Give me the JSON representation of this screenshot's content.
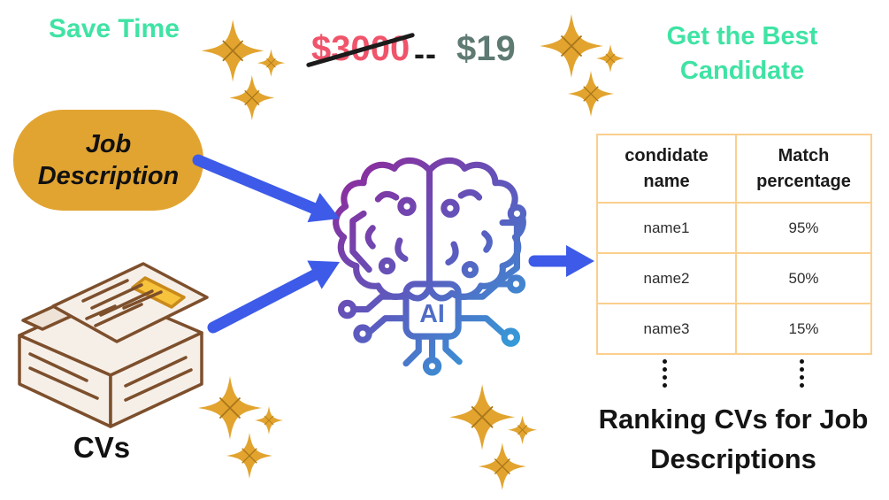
{
  "badges": {
    "save_time": "Save Time",
    "get_best": "Get the Best Candidate"
  },
  "pricing": {
    "old_price": "$3000",
    "separator": "--",
    "new_price": "$19",
    "old_price_struck_through": true
  },
  "flow": {
    "input_box_label": "Job Description",
    "cv_stack_label": "CVs",
    "ai_chip_label": "AI",
    "output_title": "Ranking CVs for Job Descriptions"
  },
  "table": {
    "headers": [
      "condidate name",
      "Match percentage"
    ],
    "rows": [
      [
        "name1",
        "95%"
      ],
      [
        "name2",
        "50%"
      ],
      [
        "name3",
        "15%"
      ]
    ],
    "continuation": "vertical four-dot ellipsis under each column"
  },
  "icons": {
    "sparkle": "four-point-gold-star-cluster",
    "ai_brain": "brain-circuit-with-ai-chip",
    "cv_stack": "stack-of-paper-documents",
    "arrow": "solid-blue-arrow",
    "ellipsis_dots": "vertical-four-dots"
  },
  "colors": {
    "accent_teal": "#3FE3A4",
    "price_old_red": "#F0546B",
    "price_new_gray": "#5E7A73",
    "arrow_blue": "#3D5BE8",
    "sparkle_gold": "#E2A42E",
    "blob_gold": "#E2A431",
    "table_border": "#FBCF8E",
    "brain_gradient_start": "#8E2B9B",
    "brain_gradient_end": "#2EA7DD",
    "cv_outline_brown": "#7D4F2C",
    "text_dark": "#1B1B1B",
    "background": "#FFFFFF"
  }
}
